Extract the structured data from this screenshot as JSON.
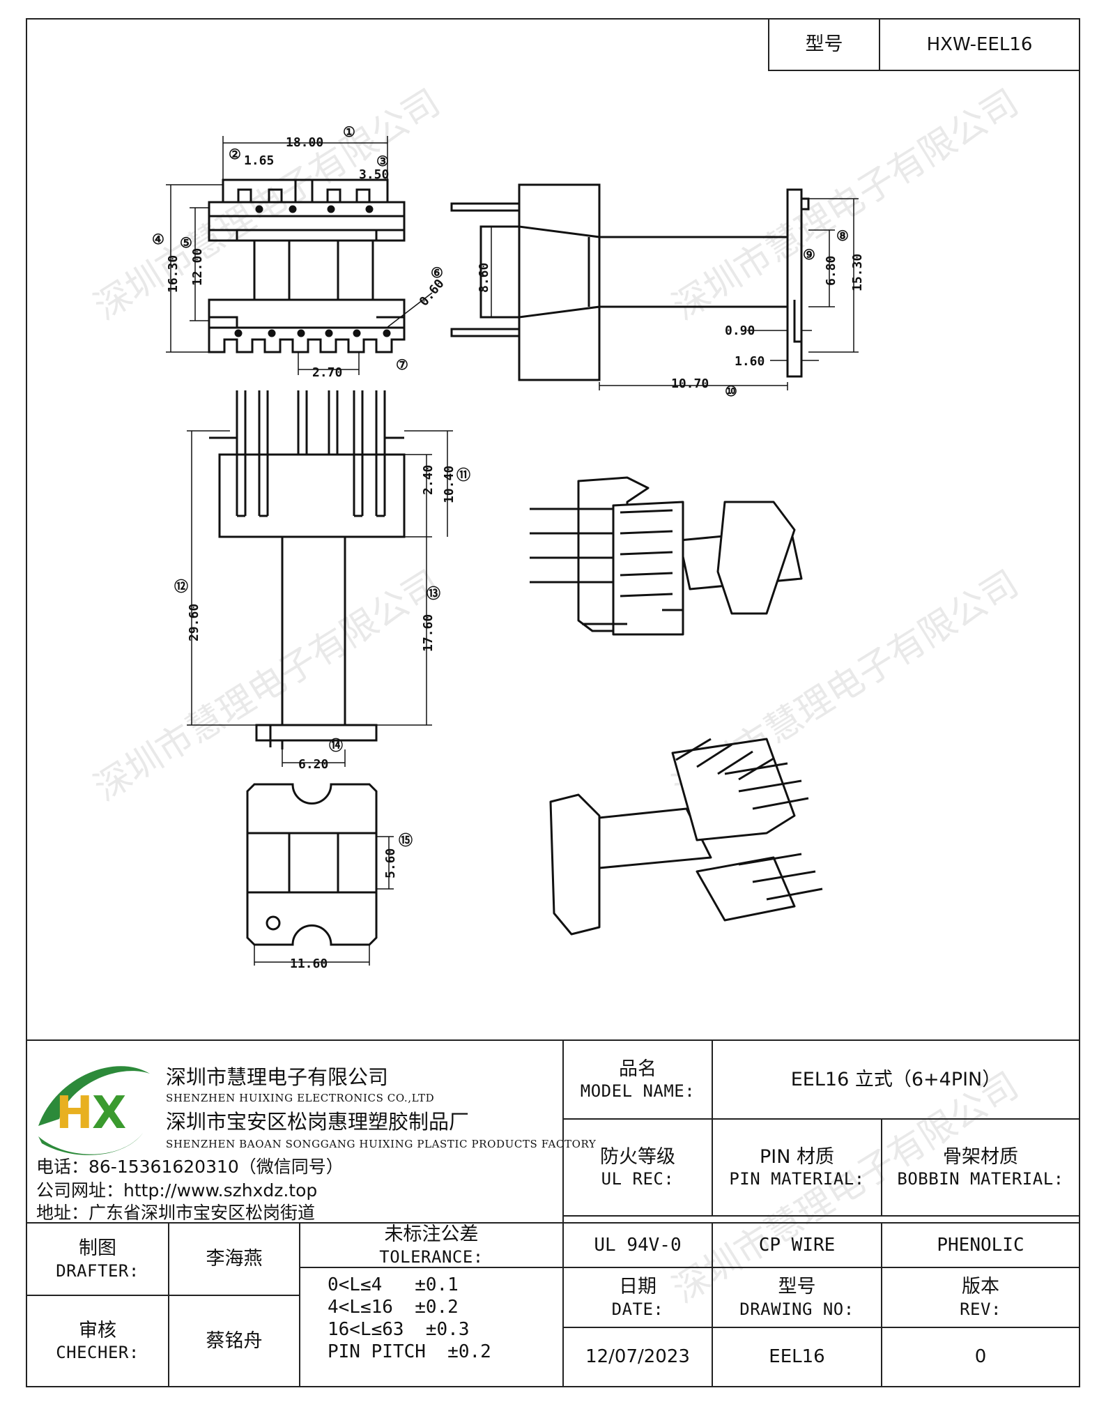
{
  "header": {
    "model_label": "型号",
    "model_value": "HXW-EEL16"
  },
  "watermark": "深圳市慧理电子有限公司",
  "logo": {
    "letters": "HX",
    "colors": {
      "h": "#e8b020",
      "x_green": "#3a9a2e",
      "swoosh": "#2c8a3a"
    }
  },
  "company": {
    "name_cn": "深圳市慧理电子有限公司",
    "name_en": "SHENZHEN HUIXING ELECTRONICS CO.,LTD",
    "factory_cn": "深圳市宝安区松岗惠理塑胶制品厂",
    "factory_en": "SHENZHEN BAOAN SONGGANG HUIXING PLASTIC PRODUCTS FACTORY",
    "phone": "电话：86-15361620310（微信同号）",
    "website": "公司网址：http://www.szhxdz.top",
    "address": "地址：广东省深圳市宝安区松岗街道"
  },
  "title_block": {
    "model_name_cn": "品名",
    "model_name_en": "MODEL NAME:",
    "model_name_value": "EEL16 立式（6+4PIN）",
    "ul_cn": "防火等级",
    "ul_en": "UL REC:",
    "pin_mat_cn": "PIN 材质",
    "pin_mat_en": "PIN MATERIAL:",
    "bobbin_mat_cn": "骨架材质",
    "bobbin_mat_en": "BOBBIN MATERIAL:",
    "ul_value": "UL 94V-0",
    "pin_mat_value": "CP WIRE",
    "bobbin_mat_value": "PHENOLIC",
    "drafter_cn": "制图",
    "drafter_en": "DRAFTER:",
    "drafter_name": "李海燕",
    "checker_cn": "审核",
    "checker_en": "CHECHER:",
    "checker_name": "蔡铭舟",
    "tolerance_cn": "未标注公差",
    "tolerance_en": "TOLERANCE:",
    "tolerance_rows": [
      "0<L≤4   ±0.1",
      "4<L≤16  ±0.2",
      "16<L≤63  ±0.3",
      "PIN PITCH  ±0.2"
    ],
    "date_cn": "日期",
    "date_en": "DATE:",
    "drawing_no_cn": "型号",
    "drawing_no_en": "DRAWING NO:",
    "rev_cn": "版本",
    "rev_en": "REV:",
    "date_value": "12/07/2023",
    "drawing_no_value": "EEL16",
    "rev_value": "0"
  },
  "dimensions": {
    "top_width": "18.00",
    "pin_offset": "1.65",
    "slot_width": "3.50",
    "outer_height": "16.30",
    "inner_height": "12.00",
    "pin_dia": "0.60",
    "pin_pitch": "2.70",
    "side_core": "8.60",
    "flange_height": "15.30",
    "window": "6.80",
    "wall_thk": "0.90",
    "flange_thk": "1.60",
    "body_length": "10.70",
    "pin_length": "2.40",
    "top_section": "10.40",
    "total_length": "29.60",
    "core_length": "17.60",
    "base_width": "6.20",
    "bottom_height": "5.60",
    "bottom_width": "11.60"
  },
  "refs": {
    "r1": "①",
    "r2": "②",
    "r3": "③",
    "r4": "④",
    "r5": "⑤",
    "r6": "⑥",
    "r7": "⑦",
    "r8": "⑧",
    "r9": "⑨",
    "r10": "⑩",
    "r11": "⑪",
    "r12": "⑫",
    "r13": "⑬",
    "r14": "⑭",
    "r15": "⑮"
  }
}
